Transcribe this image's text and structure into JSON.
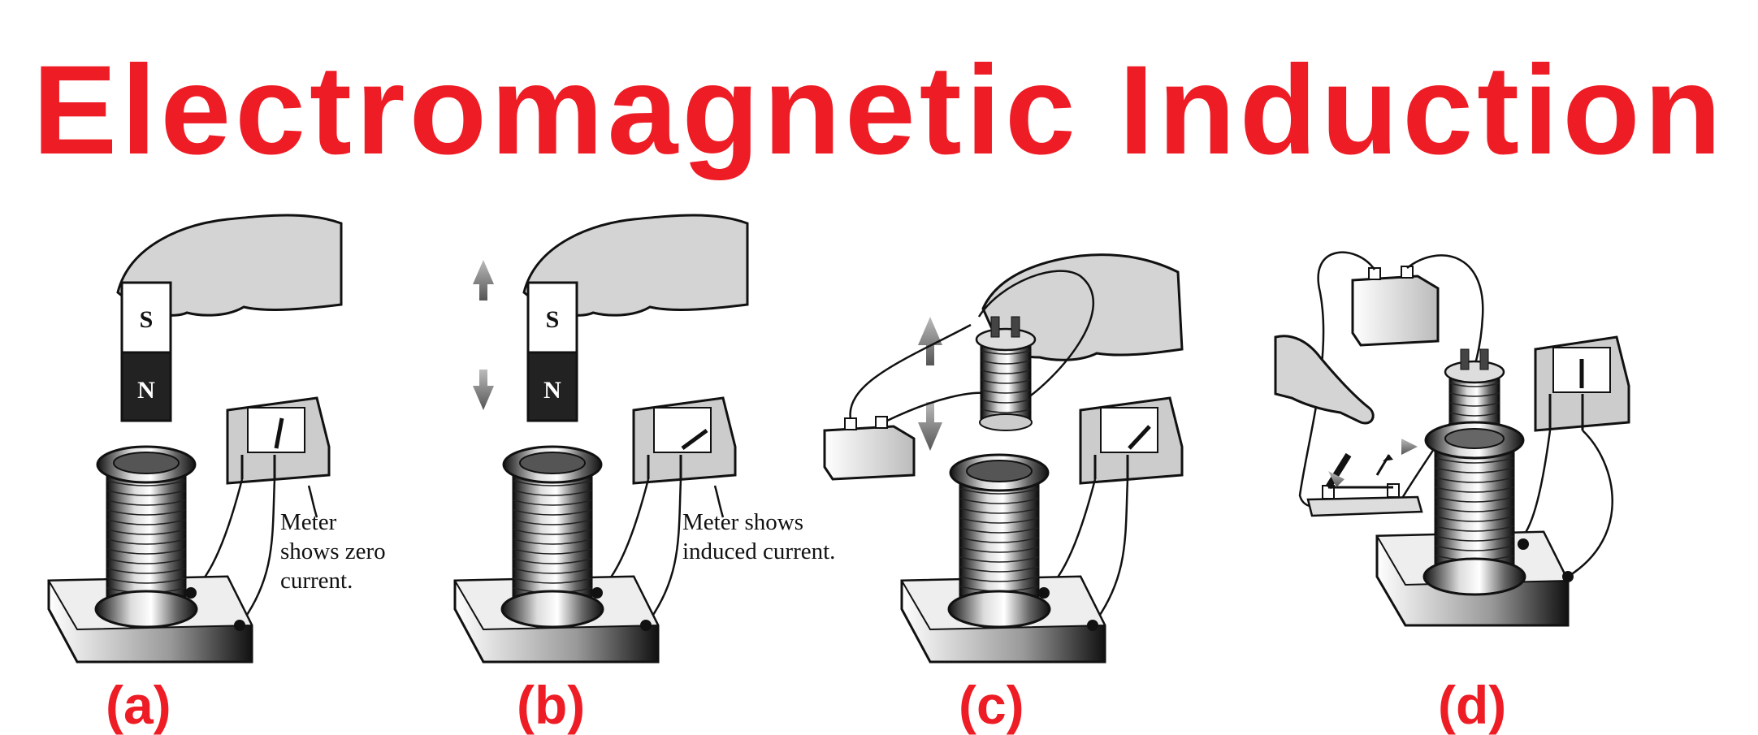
{
  "title": "Electromagnetic Induction",
  "panels": [
    {
      "label": "(a)",
      "magnet": {
        "top_pole": "S",
        "bottom_pole": "N"
      },
      "caption_lines": [
        "Meter",
        "shows zero",
        "current."
      ]
    },
    {
      "label": "(b)",
      "magnet": {
        "top_pole": "S",
        "bottom_pole": "N"
      },
      "caption_lines": [
        "Meter shows",
        "induced current."
      ]
    },
    {
      "label": "(c)"
    },
    {
      "label": "(d)"
    }
  ],
  "colors": {
    "title_red": "#ee1c25",
    "ink": "#111111",
    "shade": "#d4d4d4"
  }
}
